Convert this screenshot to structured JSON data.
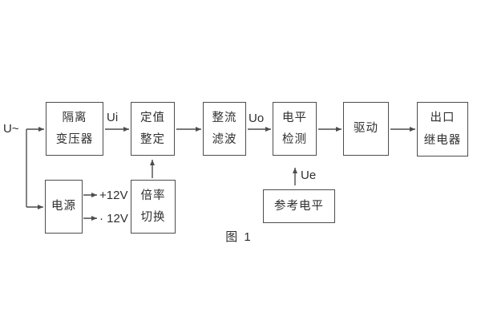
{
  "figure": {
    "caption": "图 1",
    "input_label": "U~",
    "signals": {
      "ui": "Ui",
      "uo": "Uo",
      "ue": "Ue"
    },
    "power_rails": {
      "positive": "+12V",
      "negative": "· 12V"
    },
    "blocks": {
      "isolation_transformer": {
        "line1": "隔离",
        "line2": "变压器"
      },
      "value_setting": {
        "line1": "定值",
        "line2": "整定"
      },
      "rectifier_filter": {
        "line1": "整流",
        "line2": "滤波"
      },
      "level_detection": {
        "line1": "电平",
        "line2": "检测"
      },
      "driver": {
        "line1": "驱动"
      },
      "output_relay": {
        "line1": "出口",
        "line2": "继电器"
      },
      "power_supply": {
        "line1": "电源"
      },
      "ratio_switch": {
        "line1": "倍率",
        "line2": "切换"
      },
      "reference_level": {
        "line1": "参考电平"
      }
    },
    "colors": {
      "line": "#4d4d4d",
      "text": "#2f2f2f",
      "background": "#ffffff"
    }
  }
}
